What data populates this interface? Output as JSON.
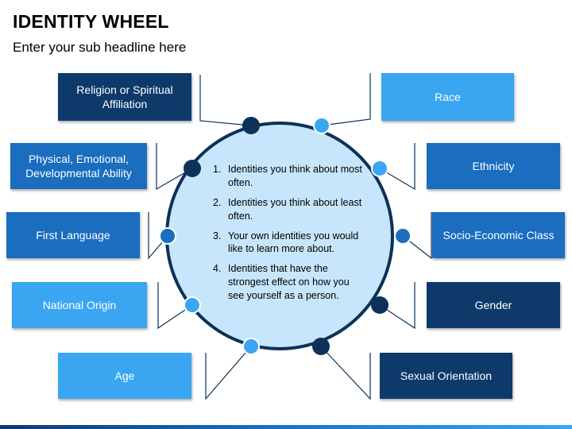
{
  "header": {
    "title": "IDENTITY WHEEL",
    "subtitle": "Enter your sub headline here"
  },
  "categories": {
    "religion": "Religion or Spiritual Affiliation",
    "physical": "Physical, Emotional, Developmental Ability",
    "language": "First Language",
    "origin": "National Origin",
    "age": "Age",
    "race": "Race",
    "ethnicity": "Ethnicity",
    "socioeconomic": "Socio-Economic Class",
    "gender": "Gender",
    "orientation": "Sexual Orientation"
  },
  "instructions": [
    {
      "num": "1.",
      "text": "Identities you think about most often."
    },
    {
      "num": "2.",
      "text": "Identities you think about least often."
    },
    {
      "num": "3.",
      "text": "Your own identities you would like to learn more about."
    },
    {
      "num": "4.",
      "text": "Identities that have the strongest effect on how you see yourself as a person."
    }
  ],
  "colors": {
    "navy": "#0d3a6b",
    "mid_blue": "#1a6dbf",
    "sky_blue": "#3aa6f2",
    "circle_fill": "#c7e6fb",
    "circle_border": "#0d3158"
  }
}
